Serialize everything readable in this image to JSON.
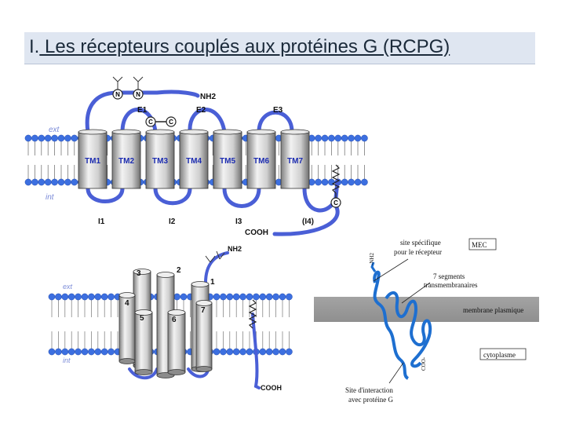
{
  "title": {
    "prefix": "I.",
    "text": " Les récepteurs couplés aux protéines G (RCPG)"
  },
  "diagram1": {
    "side_ext": "ext",
    "side_int": "int",
    "tm": [
      "TM1",
      "TM2",
      "TM3",
      "TM4",
      "TM5",
      "TM6",
      "TM7"
    ],
    "loops_extra": [
      "E1",
      "E2",
      "E3"
    ],
    "loops_intra": [
      "I1",
      "I2",
      "I3",
      "(I4)"
    ],
    "nh2": "NH2",
    "cooh": "COOH",
    "glyco": [
      "N",
      "N"
    ],
    "cys": [
      "C",
      "C",
      "C"
    ]
  },
  "diagram2": {
    "side_ext": "ext",
    "side_int": "int",
    "helices": [
      "1",
      "2",
      "3",
      "4",
      "5",
      "6",
      "7"
    ],
    "nh2": "NH2",
    "cooh": "COOH"
  },
  "diagram3": {
    "mec": "MEC",
    "site": [
      "site spécifique",
      "pour le récepteur"
    ],
    "segments": [
      "7 segments",
      "transmembranaires"
    ],
    "membrane": "membrane plasmique",
    "cytoplasme": "cytoplasme",
    "interaction": [
      "Site d'interaction",
      "avec protéine G"
    ],
    "nh2": "-NH2",
    "cooh": "COO-"
  }
}
